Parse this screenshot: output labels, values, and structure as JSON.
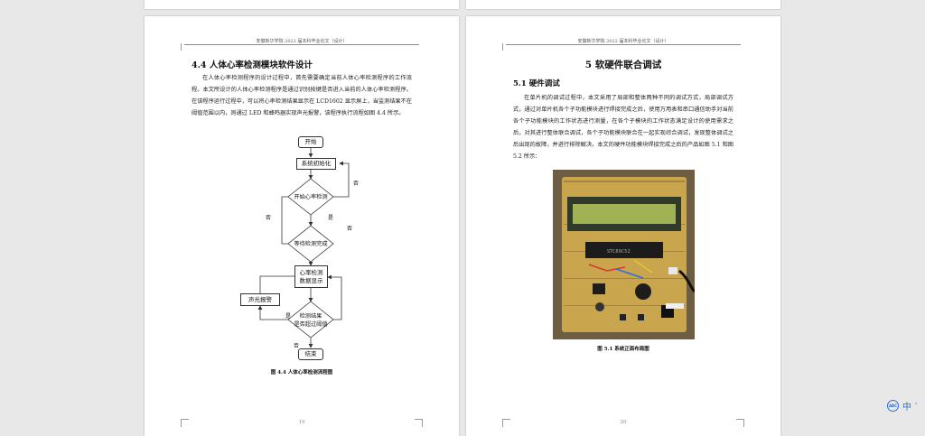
{
  "left_page": {
    "header": "安徽新华学院 2022 届本科毕业论文（设计）",
    "section_title": "4.4  人体心率检测模块软件设计",
    "paragraph": "在人体心率检测程序的设计过程中，首先需要确定当前人体心率检测程序的工作流程。本文所设计的人体心率检测程序是通过识别按键是否进入当前的人体心率检测程序。在该程序运行过程中，可以将心率检测结果显示在 LCD1602 显示屏上，当监测结果不在阈值范围以内，则通过 LED 和蜂鸣器实现声光报警，该程序执行流程如图 4.4 所示。",
    "flowchart": {
      "start": "开始",
      "init": "系统初始化",
      "start_detect": "开始心率检测",
      "wait_detect": "等待检测完成",
      "display_line1": "心率检测",
      "display_line2": "数据显示",
      "alarm": "声光报警",
      "check_line1": "检测结果",
      "check_line2": "是否超过阈值",
      "end": "结束",
      "label_no_1": "否",
      "label_no_2": "否",
      "label_no_3": "否",
      "label_yes_1": "是",
      "label_yes_2": "是",
      "label_no_4": "否"
    },
    "caption": "图 4.4  人体心率检测流程图",
    "page_number": "19"
  },
  "right_page": {
    "header": "安徽新华学院 2022 届本科毕业论文（设计）",
    "chapter_title": "5  软硬件联合调试",
    "section_title": "5.1  硬件调试",
    "paragraph": "在单片机的调试过程中，本文采用了局部和整体两种不同的调试方式，局部调试方式，通过对单片机各个子功能模块进行焊接完成之后，使用万用表和串口通信助手对当前各个子功能模块的工作状态进行测量，在各个子模块的工作状态满足设计的使用需求之后，对其进行整体联合调试，各个子功能模块联合在一起实现综合调试，发现整体调试之后出现的故障，并进行排除解决。本文的硬件功能模块焊接完成之后的产品如图 5.1 和图 5.2 所示：",
    "caption": "图 5.1  系统正面布局图",
    "page_number": "20"
  },
  "translate_widget": {
    "icon_text": "ABC",
    "label": "中",
    "extra": "'"
  }
}
